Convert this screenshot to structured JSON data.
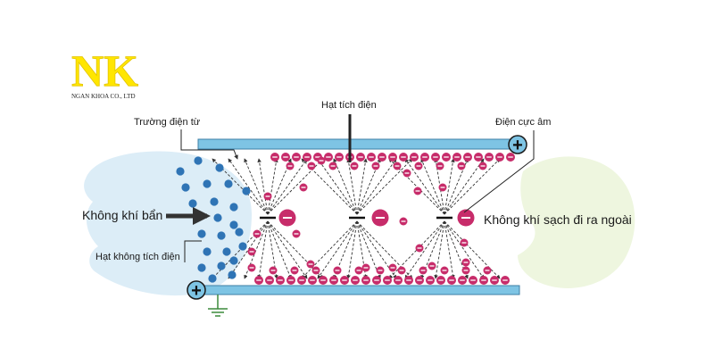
{
  "logo": {
    "mark": "NK",
    "company": "NGAN KHOA CO., LTD"
  },
  "labels": {
    "field": "Trường điện từ",
    "charged": "Hạt tích điện",
    "negative_electrode": "Điện cực âm",
    "dirty_air": "Không khí bẩn",
    "clean_air": "Không khí sạch đi ra ngoài",
    "uncharged": "Hạt không tích điện"
  },
  "symbols": {
    "plus": "+",
    "minus": "−"
  },
  "colors": {
    "plate": "#7ec4e4",
    "plate_edge": "#3f7fa6",
    "charged_particle": "#c72c6a",
    "uncharged_particle": "#2f74b5",
    "field_line": "#333333",
    "dirty_air_cloud": "#dcedf7",
    "clean_air_cloud": "#eef6df",
    "ground": "#3b8a3b",
    "logo": "#ffe600"
  }
}
